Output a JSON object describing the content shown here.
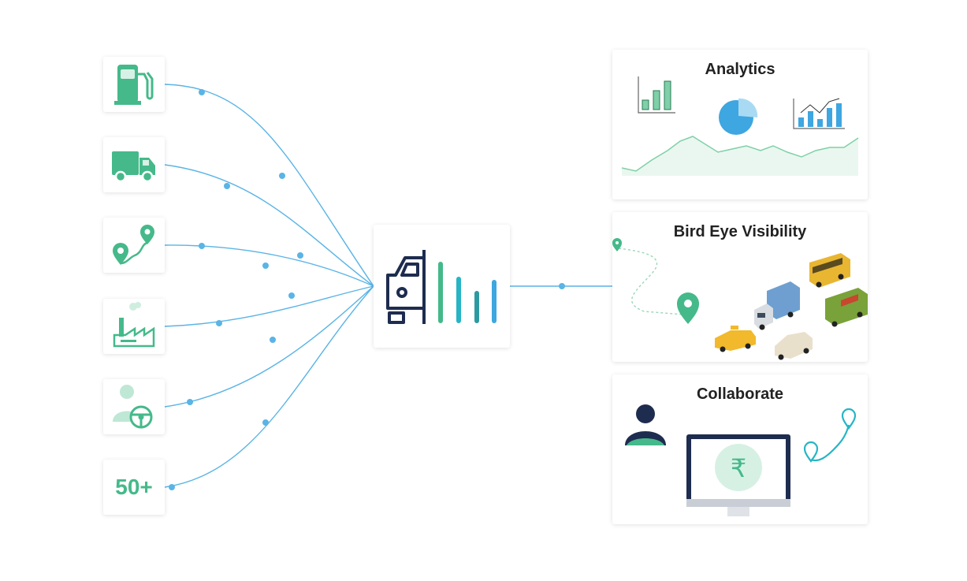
{
  "sources": [
    {
      "id": "fuel",
      "icon": "fuel-pump-icon"
    },
    {
      "id": "truck",
      "icon": "truck-icon"
    },
    {
      "id": "route",
      "icon": "route-pin-icon"
    },
    {
      "id": "factory",
      "icon": "factory-icon"
    },
    {
      "id": "driver",
      "icon": "driver-steering-icon"
    },
    {
      "id": "more",
      "label": "50+"
    }
  ],
  "hub": {
    "icon": "truck-bars-logo-icon"
  },
  "panels": {
    "analytics": {
      "title": "Analytics"
    },
    "visibility": {
      "title": "Bird Eye Visibility"
    },
    "collaborate": {
      "title": "Collaborate",
      "currency_symbol": "₹"
    }
  },
  "colors": {
    "wire": "#5ab4e6",
    "green": "#45b98a",
    "navy": "#1e2c4f",
    "teal": "#26b5c5",
    "blue": "#3ea6e0"
  }
}
